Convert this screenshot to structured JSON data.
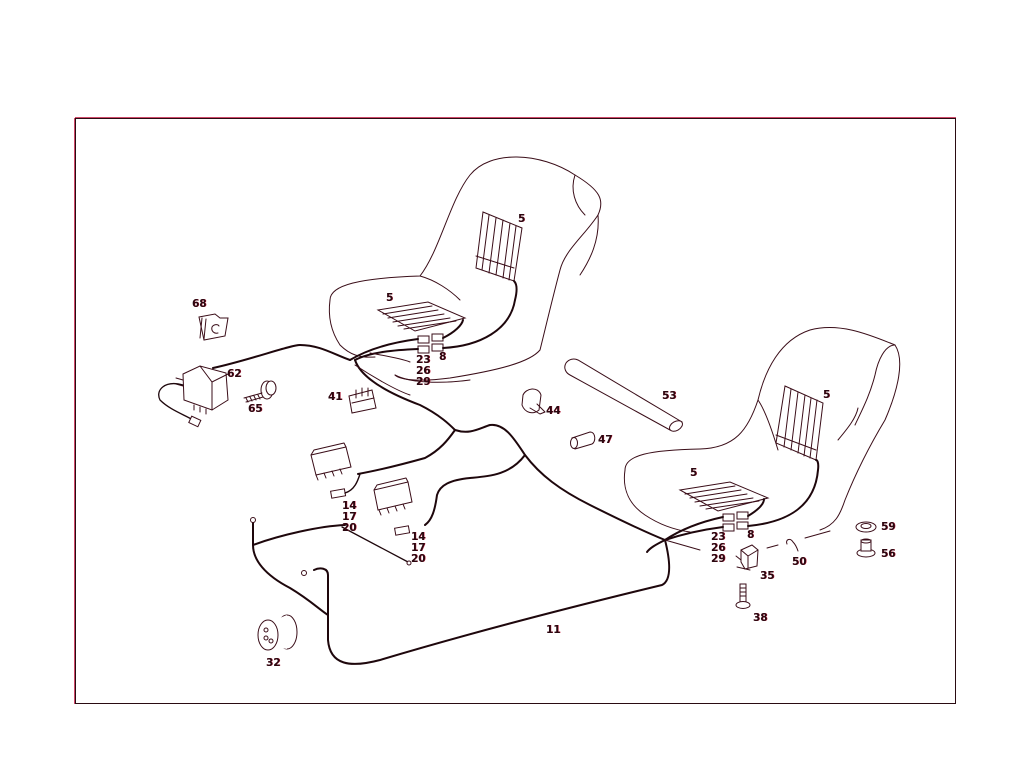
{
  "diagram": {
    "type": "exploded parts diagram",
    "subject": "seat heating wiring harness (front seats)",
    "colors": {
      "line": "#3a0d18",
      "wire": "#1e070c",
      "fringe": "#c2203f",
      "background": "#ffffff"
    },
    "callouts": {
      "p5_backrest_left": "5",
      "p5_cushion_left": "5",
      "p5_backrest_right": "5",
      "p5_cushion_right": "5",
      "p68": "68",
      "p62": "62",
      "p65": "65",
      "p41": "41",
      "p44": "44",
      "p47": "47",
      "p53": "53",
      "p8_left": "8",
      "p8_right": "8",
      "stack_left_seat": [
        "23",
        "26",
        "29"
      ],
      "stack_right_seat": [
        "23",
        "26",
        "29"
      ],
      "stack_switch_1": [
        "14",
        "17",
        "20"
      ],
      "stack_switch_2": [
        "14",
        "17",
        "20"
      ],
      "p11": "11",
      "p32": "32",
      "p35": "35",
      "p38": "38",
      "p50": "50",
      "p59": "59",
      "p56": "56"
    }
  }
}
